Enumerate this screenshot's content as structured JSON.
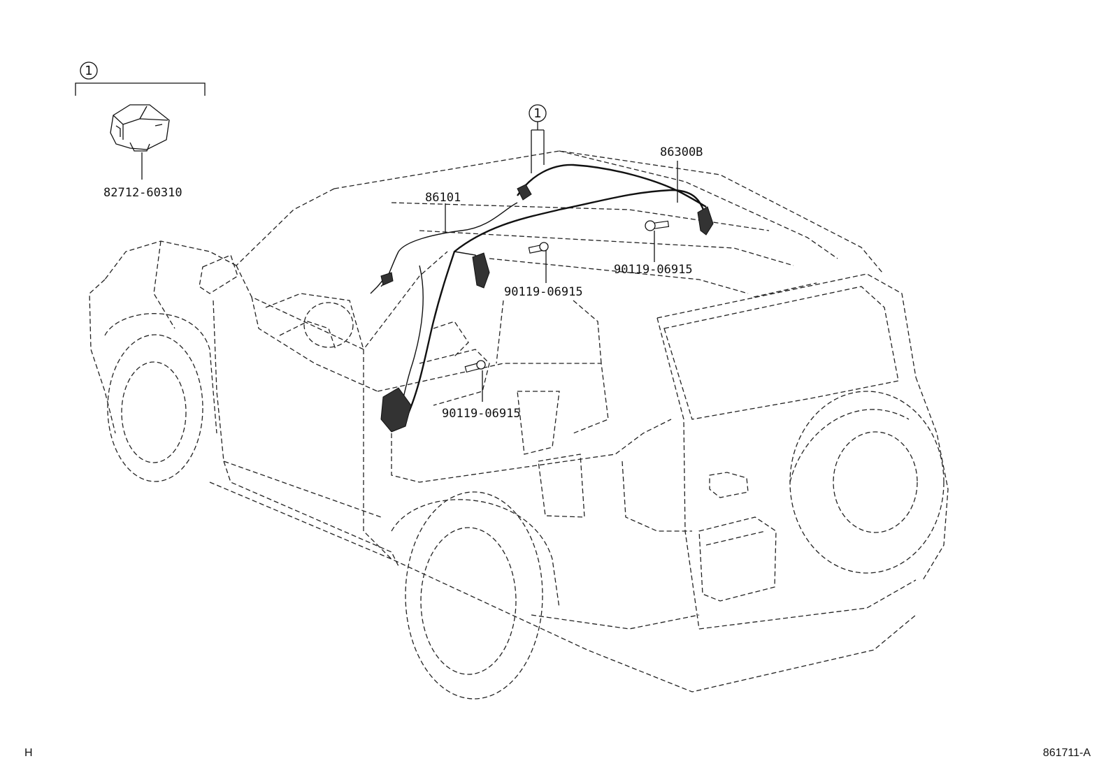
{
  "labels": {
    "callout_number": "1",
    "bracket_part": "82712-60310",
    "wire_86101": "86101",
    "wire_86300b": "86300B",
    "bolt_right": "90119-06915",
    "bolt_dash": "90119-06915",
    "bolt_console": "90119-06915"
  },
  "footer": {
    "left_code": "H",
    "right_code": "861711-A"
  }
}
